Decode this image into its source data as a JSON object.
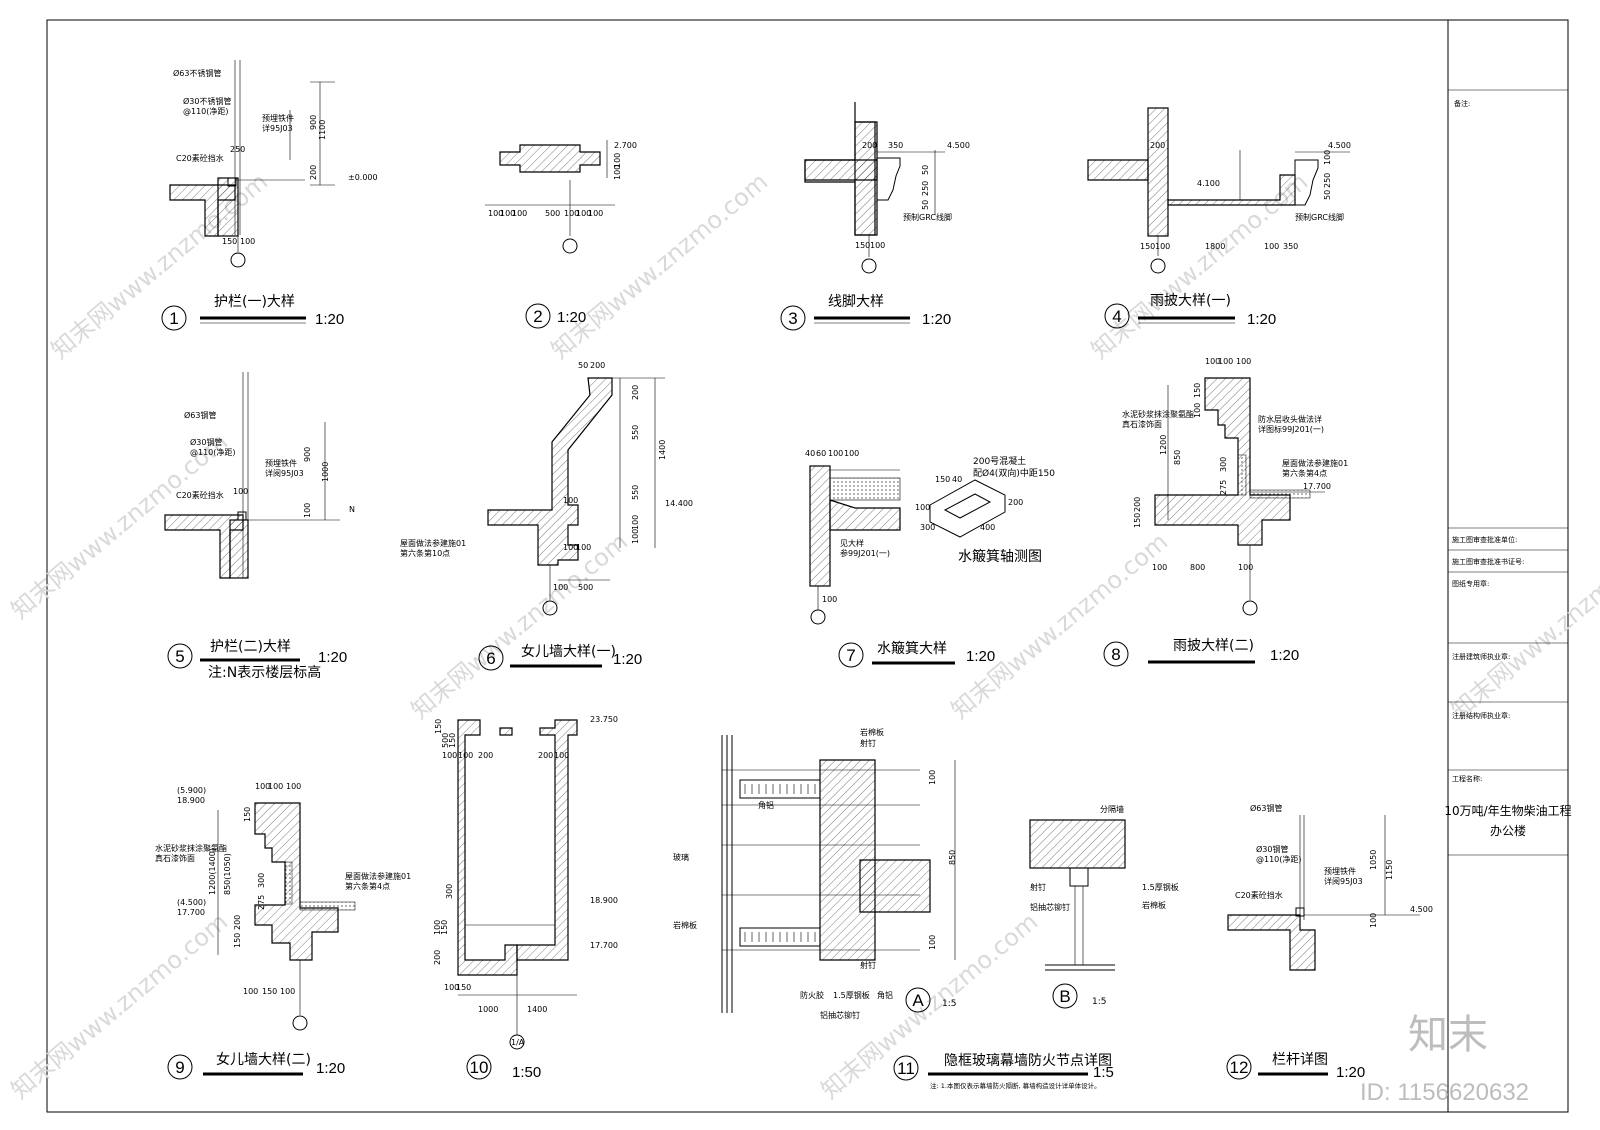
{
  "details": [
    {
      "num": "1",
      "title": "护栏(一)大样",
      "scale": "1:20"
    },
    {
      "num": "2",
      "title": "",
      "scale": "1:20"
    },
    {
      "num": "3",
      "title": "线脚大样",
      "scale": "1:20"
    },
    {
      "num": "4",
      "title": "雨披大样(一)",
      "scale": "1:20"
    },
    {
      "num": "5",
      "title": "护栏(二)大样",
      "scale": "1:20",
      "note": "注:N表示楼层标高"
    },
    {
      "num": "6",
      "title": "女儿墙大样(一)",
      "scale": "1:20"
    },
    {
      "num": "7",
      "title": "水簸箕大样",
      "scale": "1:20"
    },
    {
      "num": "8",
      "title": "雨披大样(二)",
      "scale": "1:20"
    },
    {
      "num": "9",
      "title": "女儿墙大样(二)",
      "scale": "1:20"
    },
    {
      "num": "10",
      "title": "",
      "scale": "1:50"
    },
    {
      "num": "11",
      "title": "隐框玻璃幕墙防火节点详图",
      "scale": "1:5",
      "note": "注: 1.本图仅表示幕墙防火隔断, 幕墙构造设计详单体设计。"
    },
    {
      "num": "12",
      "title": "栏杆详图",
      "scale": "1:20"
    }
  ],
  "subdetails": [
    {
      "letter": "A",
      "scale": "1:5"
    },
    {
      "letter": "B",
      "scale": "1:5"
    }
  ],
  "annotations": {
    "d1": {
      "pipe1": "Ø63不锈钢管",
      "pipe2": "Ø30不锈钢管",
      "spacing": "@110(净距)",
      "embed": "预埋铁件",
      "ref": "详95J03",
      "concrete": "C20素砼挡水",
      "elev": "±0.000",
      "dims": [
        "1100",
        "900",
        "200",
        "250",
        "150",
        "100"
      ]
    },
    "d2": {
      "elev": "2.700",
      "dims": [
        "100",
        "100",
        "100",
        "500",
        "100",
        "100",
        "100",
        "100",
        "100"
      ]
    },
    "d3": {
      "elev": "4.500",
      "grc": "预制GRC线脚",
      "dims": [
        "200",
        "350",
        "50",
        "250",
        "50",
        "150",
        "100"
      ]
    },
    "d4": {
      "elev": "4.500",
      "elev2": "4.100",
      "grc": "预制GRC线脚",
      "dims": [
        "200",
        "150",
        "100",
        "1800",
        "100",
        "350",
        "100",
        "250",
        "50"
      ]
    },
    "d5": {
      "pipe1": "Ø63钢管",
      "pipe2": "Ø30钢管",
      "spacing": "@110(净距)",
      "embed": "预埋铁件",
      "ref": "详阅95J03",
      "concrete": "C20素砼挡水",
      "n": "N",
      "dims": [
        "1000",
        "900",
        "100",
        "100"
      ]
    },
    "d6": {
      "elev": "14.400",
      "roof": "屋面做法参建施01",
      "roof2": "第六条第10点",
      "dims": [
        "50",
        "200",
        "200",
        "550",
        "1400",
        "550",
        "100",
        "100",
        "100",
        "100",
        "100",
        "100",
        "500"
      ]
    },
    "d7": {
      "ref": "见大样",
      "ref2": "参99J201(一)",
      "box": "水簸箕轴测图",
      "concrete": "200号混凝土",
      "rebar": "配Ø4(双向)中距150",
      "dims": [
        "40",
        "60",
        "100",
        "100",
        "150",
        "40",
        "100",
        "300",
        "400",
        "200",
        "100"
      ]
    },
    "d8": {
      "elev": "17.700",
      "plaster": "水泥砂浆抹涂聚氨酯",
      "paint": "真石漆饰面",
      "wp": "防水层收头做法详",
      "wpref": "详图标99J201(一)",
      "roof": "屋面做法参建施01",
      "roof2": "第六条第4点",
      "dims": [
        "100",
        "100",
        "100",
        "150",
        "100",
        "1200",
        "850",
        "300",
        "275",
        "200",
        "150",
        "100",
        "800",
        "100"
      ]
    },
    "d9": {
      "elev_a": "(5.900)",
      "elev_b": "18.900",
      "elev_c": "(4.500)",
      "elev_d": "17.700",
      "plaster": "水泥砂浆抹涂聚氨酯",
      "paint": "真石漆饰面",
      "roof": "屋面做法参建施01",
      "roof2": "第六条第4点",
      "dims": [
        "100",
        "100",
        "100",
        "150",
        "1200(1400)",
        "850(1050)",
        "300",
        "275",
        "200",
        "150",
        "100",
        "150",
        "100"
      ]
    },
    "d10": {
      "elev_top": "23.750",
      "elev_mid": "18.900",
      "elev_bot": "17.700",
      "axis": "1/A",
      "dims": [
        "150",
        "500",
        "150",
        "100",
        "100",
        "200",
        "200",
        "100",
        "300",
        "100",
        "150",
        "200",
        "100",
        "150",
        "1000",
        "1400"
      ]
    },
    "d11": {
      "rock": "岩棉板",
      "nail": "射钉",
      "angle": "角铝",
      "glass": "玻璃",
      "fire": "防火胶",
      "plate": "1.5厚钢板",
      "alum": "铝抽芯铆钉",
      "wall": "分隔墙",
      "dims": [
        "100",
        "850",
        "100"
      ]
    },
    "d12": {
      "pipe1": "Ø63钢管",
      "pipe2": "Ø30钢管",
      "spacing": "@110(净距)",
      "embed": "预埋铁件",
      "ref": "详阅95J03",
      "concrete": "C20素砼挡水",
      "elev": "4.500",
      "dims": [
        "1050",
        "1150",
        "100"
      ]
    }
  },
  "titleblock": {
    "remark": "备注:",
    "rows": [
      "施工图审查批准单位:",
      "施工图审查批准书证号:",
      "图纸专用章:",
      "注册建筑师执业章:",
      "注册结构师执业章:"
    ],
    "project_label": "工程名称:",
    "project_name": "10万吨/年生物柴油工程",
    "building": "办公楼"
  },
  "brand": {
    "logo": "知末",
    "id": "ID: 1156620632",
    "watermark": "知末网www.znzmo.com"
  }
}
